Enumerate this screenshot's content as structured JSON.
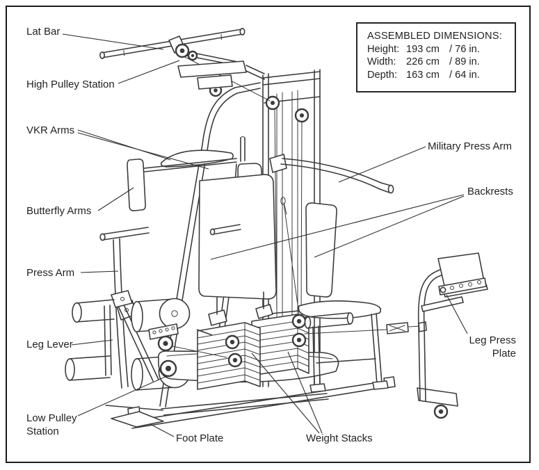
{
  "colors": {
    "ink": "#3b3b3b",
    "text": "#231f20",
    "background": "#ffffff",
    "border": "#1b1b1b"
  },
  "dimensions_box": {
    "title": "ASSEMBLED DIMENSIONS:",
    "rows": [
      {
        "label": "Height:",
        "metric": "193 cm",
        "imperial": "/ 76 in."
      },
      {
        "label": "Width:",
        "metric": "226 cm",
        "imperial": "/ 89 in."
      },
      {
        "label": "Depth:",
        "metric": "163 cm",
        "imperial": "/ 64 in."
      }
    ]
  },
  "labels": {
    "lat_bar": {
      "text": "Lat Bar"
    },
    "high_pulley_station": {
      "text": "High Pulley Station"
    },
    "vkr_arms": {
      "text": "VKR Arms"
    },
    "butterfly_arms": {
      "text": "Butterfly Arms"
    },
    "press_arm": {
      "text": "Press Arm"
    },
    "leg_lever": {
      "text": "Leg Lever"
    },
    "low_pulley_station": {
      "line1": "Low Pulley",
      "line2": "Station"
    },
    "foot_plate": {
      "text": "Foot Plate"
    },
    "military_press_arm": {
      "text": "Military Press Arm"
    },
    "backrests": {
      "text": "Backrests"
    },
    "leg_press_plate": {
      "line1": "Leg Press",
      "line2": "Plate"
    },
    "weight_stacks": {
      "text": "Weight Stacks"
    }
  }
}
